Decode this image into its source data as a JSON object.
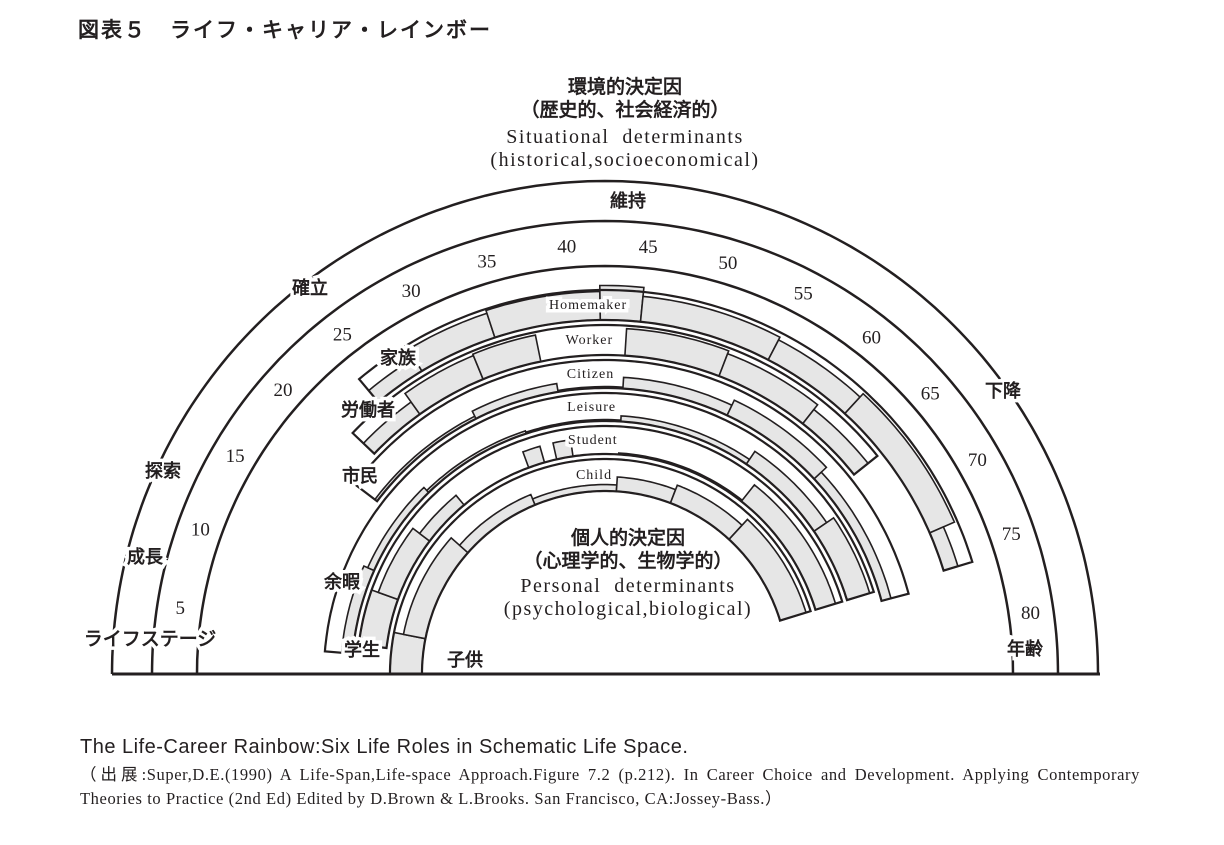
{
  "title": "図表５　ライフ・キャリア・レインボー",
  "situational": {
    "jp1": "環境的決定因",
    "jp2": "（歴史的、社会経済的）",
    "en1": "Situational  determinants",
    "en2": "(historical,socioeconomical)"
  },
  "personal": {
    "jp1": "個人的決定因",
    "jp2": "（心理学的、生物学的）",
    "en1": "Personal  determinants",
    "en2": "(psychological,biological)"
  },
  "stages": {
    "axis_label": "ライフステージ",
    "growth": "成長",
    "exploration": "探索",
    "establishment": "確立",
    "maintenance": "維持",
    "decline": "下降"
  },
  "age_axis_label": "年齢",
  "chart_data": {
    "type": "diagram",
    "title": "The Life-Career Rainbow",
    "ages": [
      5,
      10,
      15,
      20,
      25,
      30,
      35,
      40,
      45,
      50,
      55,
      60,
      65,
      70,
      75,
      80
    ],
    "roles": [
      {
        "en": "Child",
        "jp": "子供",
        "span": [
          0,
          76
        ],
        "segments": [
          [
            0,
            6,
            1.0
          ],
          [
            6,
            20,
            0.7
          ],
          [
            20,
            32,
            0.35
          ],
          [
            32,
            44,
            0.2
          ],
          [
            44,
            52,
            0.45
          ],
          [
            52,
            62,
            0.6
          ],
          [
            62,
            76,
            0.85
          ]
        ]
      },
      {
        "en": "Student",
        "jp": "学生",
        "span": [
          4,
          76
        ],
        "segments": [
          [
            4,
            10,
            1.0
          ],
          [
            10,
            18,
            0.75
          ],
          [
            18,
            24,
            0.45
          ],
          [
            33,
            35,
            0.6
          ],
          [
            36.5,
            38.5,
            0.6
          ],
          [
            44,
            60,
            0.05
          ],
          [
            60,
            76,
            0.75
          ]
        ]
      },
      {
        "en": "Leisure",
        "jp": "余暇",
        "span": [
          3,
          76
        ],
        "segments": [
          [
            3,
            12,
            0.4
          ],
          [
            12,
            22,
            0.25
          ],
          [
            22,
            34,
            0.1
          ],
          [
            34,
            44,
            0.05
          ],
          [
            44,
            58,
            0.2
          ],
          [
            58,
            68,
            0.55
          ],
          [
            68,
            76,
            0.85
          ]
        ]
      },
      {
        "en": "Citizen",
        "jp": "市民",
        "span": [
          18,
          77
        ],
        "segments": [
          [
            18,
            30,
            0.1
          ],
          [
            30,
            38,
            0.3
          ],
          [
            38,
            44,
            0.05
          ],
          [
            44,
            54,
            0.4
          ],
          [
            54,
            64,
            0.6
          ],
          [
            64,
            77,
            0.35
          ]
        ]
      },
      {
        "en": "Worker",
        "jp": "労働者",
        "span": [
          21,
          66
        ],
        "segments": [
          [
            21,
            26,
            0.5
          ],
          [
            26,
            32,
            0.85
          ],
          [
            32,
            37,
            0.9
          ],
          [
            37,
            43,
            0.0
          ],
          [
            44,
            52,
            0.9
          ],
          [
            52,
            60,
            0.8
          ],
          [
            60,
            66,
            0.6
          ]
        ]
      },
      {
        "en": "Homemaker",
        "jp": "家族",
        "span": [
          24,
          76
        ],
        "segments": [
          [
            24,
            28,
            0.5
          ],
          [
            28,
            34,
            0.85
          ],
          [
            34,
            42,
            0.95
          ],
          [
            42,
            45,
            1.2
          ],
          [
            45,
            55,
            0.85
          ],
          [
            55,
            62,
            0.75
          ],
          [
            62,
            73,
            0.9
          ],
          [
            73,
            76,
            0.5
          ]
        ]
      }
    ]
  },
  "caption": {
    "title": "The Life-Career Rainbow:Six Life Roles in Schematic Life Space.",
    "source": "（出展:Super,D.E.(1990)  A  Life-Span,Life-space  Approach.Figure  7.2  (p.212).  In  Career  Choice  and Development. Applying Contemporary Theories to Practice (2nd Ed) Edited by D.Brown & L.Brooks. San Francisco, CA:Jossey-Bass.）"
  },
  "colors": {
    "ink": "#231f20",
    "band_fill": "#e6e6e6"
  }
}
